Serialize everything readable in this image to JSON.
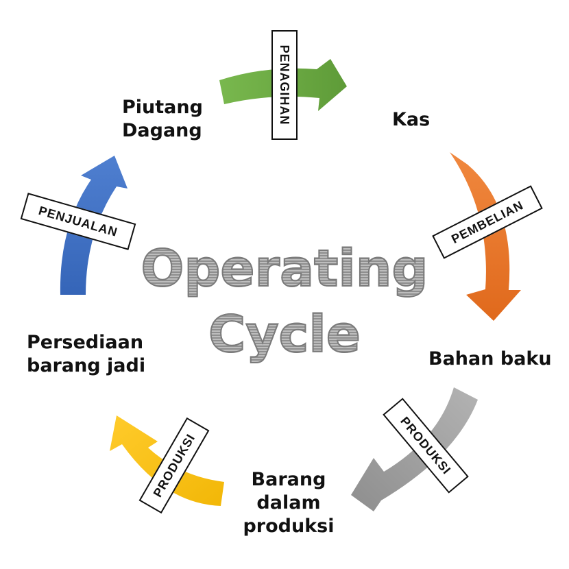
{
  "title": {
    "line1": "Operating",
    "line2": "Cycle"
  },
  "stages": {
    "piutang": {
      "line1": "Piutang",
      "line2": "Dagang"
    },
    "kas": {
      "line1": "Kas"
    },
    "bahan": {
      "line1": "Bahan baku"
    },
    "barang_proses": {
      "line1": "Barang",
      "line2": "dalam",
      "line3": "produksi"
    },
    "persediaan": {
      "line1": "Persediaan",
      "line2": "barang jadi"
    }
  },
  "activities": {
    "penagihan": "PENAGIHAN",
    "pembelian": "PEMBELIAN",
    "produksi_1": "PRODUKSI",
    "produksi_2": "PRODUKSI",
    "penjualan": "PENJUALAN"
  },
  "colors": {
    "penagihan_arrow": "#70ad47",
    "pembelian_arrow": "#ed7d31",
    "produksi_1_arrow": "#a5a5a5",
    "produksi_2_arrow": "#ffc000",
    "penjualan_arrow": "#4472c4"
  }
}
